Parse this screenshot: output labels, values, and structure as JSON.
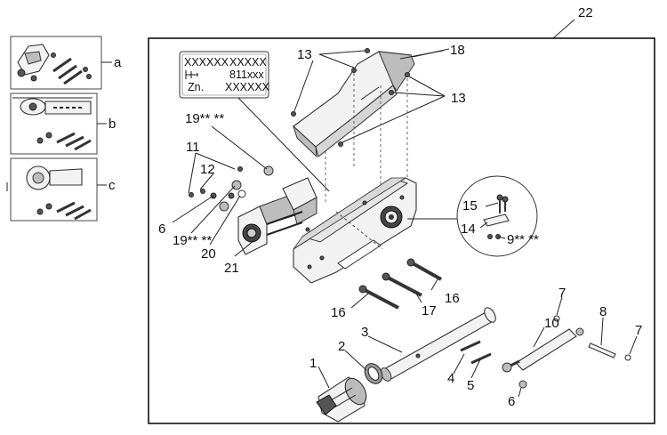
{
  "inset_labels": {
    "a": "a",
    "b": "b",
    "c": "c"
  },
  "assembly_label": "22",
  "plate": {
    "line1_left": "XXXXXX",
    "line1_right": "XXXXX",
    "line2": "811xxx",
    "line3_left": "Zn.",
    "line3_right": "XXXXXX"
  },
  "callouts": {
    "p1": "1",
    "p2": "2",
    "p3": "3",
    "p4": "4",
    "p5": "5",
    "p6a": "6",
    "p6b": "6",
    "p7a": "7",
    "p7b": "7",
    "p8": "8",
    "p9": "9** **",
    "p10": "10",
    "p11": "11",
    "p12": "12",
    "p13a": "13",
    "p13b": "13",
    "p14": "14",
    "p15": "15",
    "p16a": "16",
    "p16b": "16",
    "p17": "17",
    "p18": "18",
    "p19a": "19** **",
    "p19b": "19** **",
    "p20": "20",
    "p21": "21"
  }
}
